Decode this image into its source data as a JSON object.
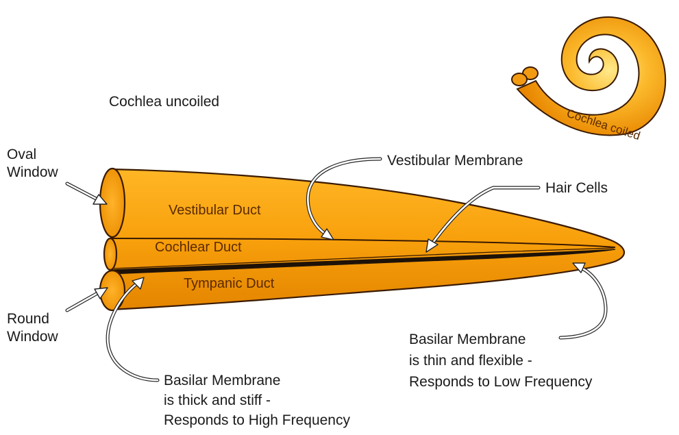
{
  "labels": {
    "uncoiled_title": "Cochlea uncoiled",
    "coiled_title": "Cochlea coiled",
    "oval_window": [
      "Oval",
      "Window"
    ],
    "round_window": [
      "Round",
      "Window"
    ],
    "vestibular_membrane": "Vestibular Membrane",
    "hair_cells": "Hair Cells",
    "vestibular_duct": "Vestibular Duct",
    "cochlear_duct": "Cochlear Duct",
    "tympanic_duct": "Tympanic Duct",
    "basilar_base": [
      "Basilar Membrane",
      "is thick and stiff -",
      "Responds to High Frequency"
    ],
    "basilar_apex": [
      "Basilar Membrane",
      "is thin and flexible -",
      "Responds to Low Frequency"
    ]
  },
  "colors": {
    "duct_fill": "#f5a008",
    "duct_light": "#ffc94a",
    "duct_dark": "#d97a00",
    "outline": "#3a1a00",
    "basilar_band": "#1e1208"
  }
}
